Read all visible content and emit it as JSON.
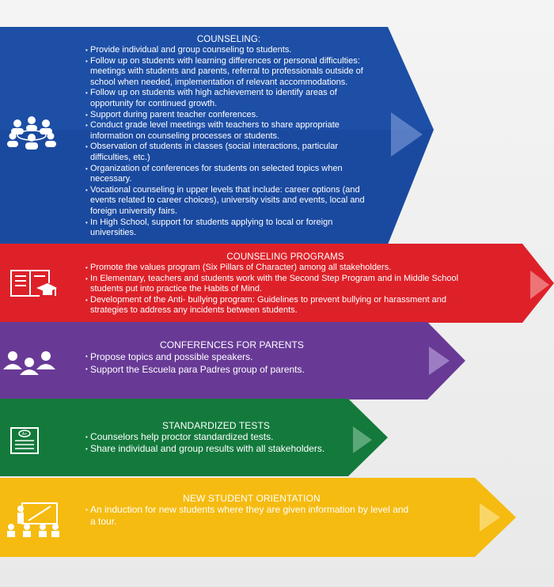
{
  "sections": [
    {
      "title": "COUNSELING:",
      "color": "#1f4ea3",
      "icon": "group-meeting-icon",
      "items": [
        "Provide individual and group counseling to students.",
        "Follow up on students with learning differences or personal difficulties: meetings with students and parents, referral to professionals outside of school when needed, implementation of relevant accommodations.",
        "Follow up on students with high achievement to identify areas of opportunity for continued growth.",
        "Support during parent teacher conferences.",
        "Conduct grade level meetings with teachers to share appropriate information on counseling processes or students.",
        "Observation of students in classes (social interactions, particular difficulties, etc.)",
        "Organization of conferences for students on selected topics when necessary.",
        "Vocational counseling in upper levels that include: career options (and events related to career choices), university visits and events, local and foreign university fairs.",
        "In High School, support for students applying to local or foreign universities."
      ]
    },
    {
      "title": "COUNSELING PROGRAMS",
      "color": "#e0262e",
      "icon": "book-graduation-icon",
      "items": [
        "Promote the values program (Six Pillars of Character) among all stakeholders.",
        "In Elementary, teachers and students work with the Second Step Program and in Middle School students put into practice the Habits of Mind.",
        "Development of the Anti- bullying program: Guidelines to prevent bullying or harassment and strategies to address any incidents between students."
      ]
    },
    {
      "title": "CONFERENCES FOR PARENTS",
      "color": "#6a3b97",
      "icon": "parents-group-icon",
      "items": [
        "Propose topics and possible speakers.",
        "Support the Escuela para Padres group of parents."
      ]
    },
    {
      "title": "STANDARDIZED TESTS",
      "color": "#137a3c",
      "icon": "test-paper-icon",
      "items": [
        "Counselors help proctor standardized tests.",
        "Share individual and group results with all stakeholders."
      ]
    },
    {
      "title": "NEW STUDENT ORIENTATION",
      "color": "#f7be12",
      "icon": "classroom-presentation-icon",
      "items": [
        "An induction for new students where they are given information by level and a tour."
      ]
    }
  ]
}
